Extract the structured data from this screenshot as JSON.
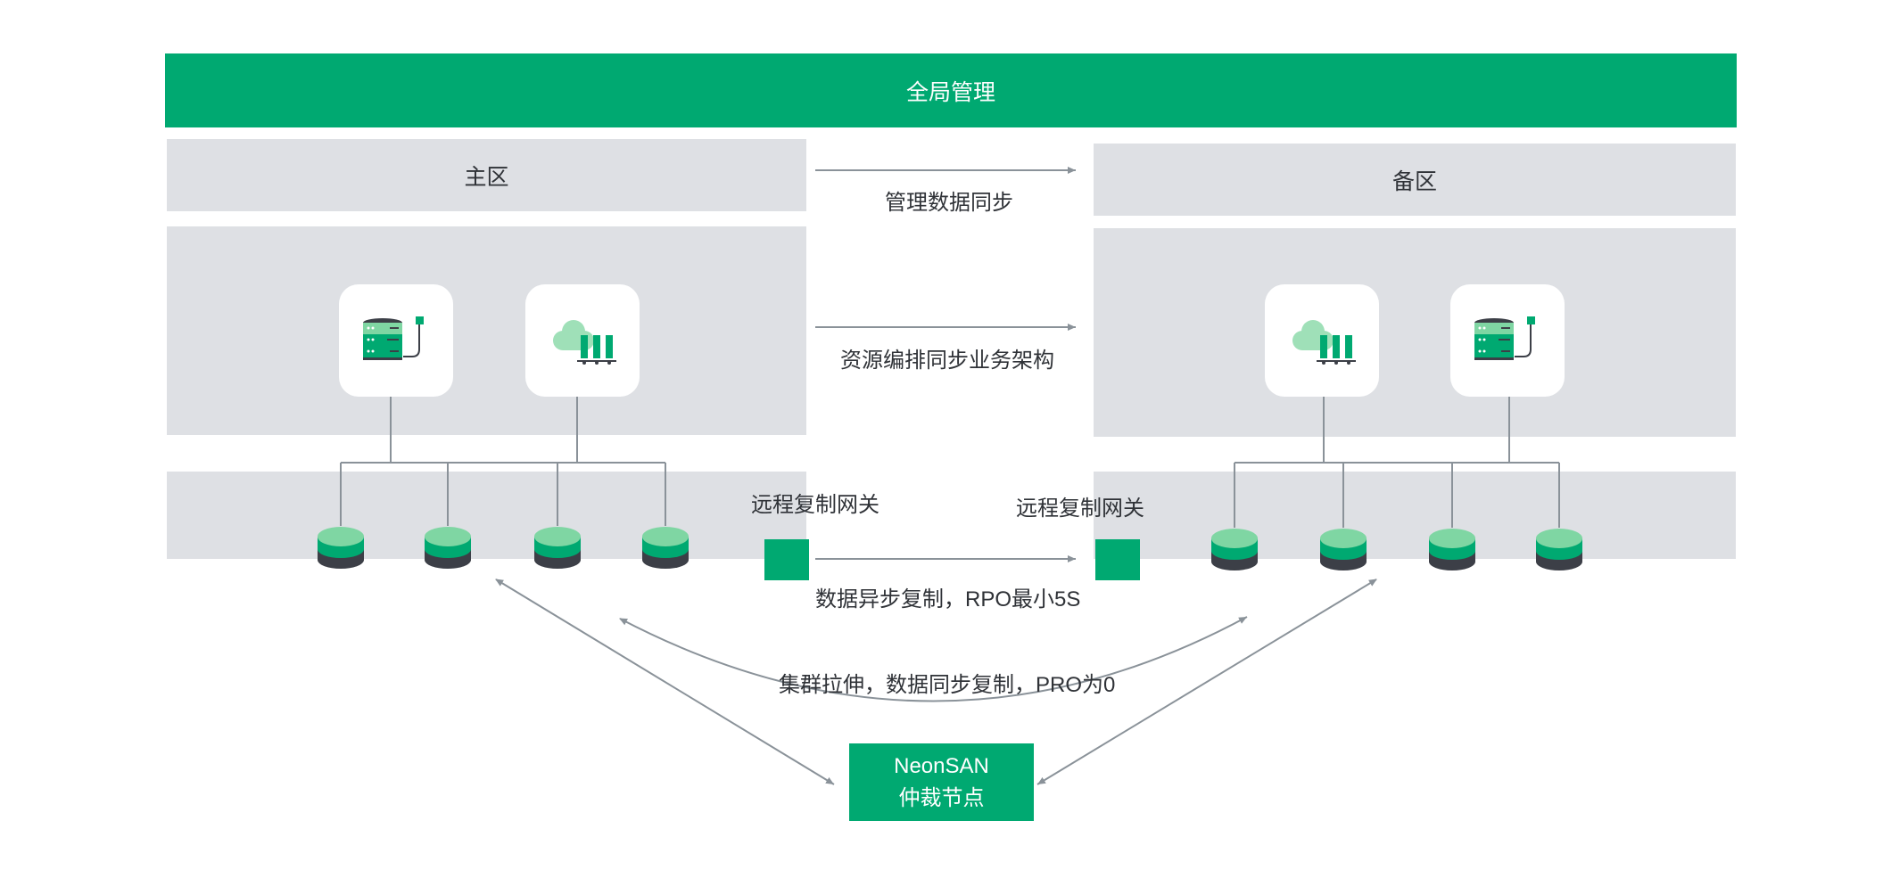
{
  "header": {
    "title": "全局管理"
  },
  "primary": {
    "title": "主区"
  },
  "backup": {
    "title": "备区"
  },
  "links": {
    "mgmt_sync": "管理数据同步",
    "resource_sync": "资源编排同步业务架构",
    "async_copy": "数据异步复制，RPO最小5S",
    "cluster_stretch": "集群拉伸，数据同步复制，PRO为0"
  },
  "gateways": {
    "primary_label": "远程复制网关",
    "backup_label": "远程复制网关"
  },
  "arbiter": {
    "line1": "NeonSAN",
    "line2": "仲裁节点"
  },
  "icons": {
    "primary_cards": [
      "server-icon",
      "cloud-bar-icon"
    ],
    "backup_cards": [
      "cloud-bar-icon",
      "server-icon"
    ],
    "disk": "disk-icon"
  },
  "colors": {
    "brand_green": "#00a971",
    "panel_gray": "#dee0e4",
    "line_gray": "#8a9299",
    "disk_top": "#7fd6a3",
    "disk_base": "#3c3f47"
  }
}
